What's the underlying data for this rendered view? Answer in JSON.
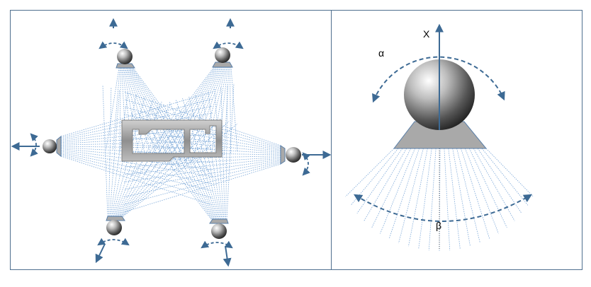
{
  "figure": {
    "left_panel": {
      "sensors": [
        {
          "id": "top-left"
        },
        {
          "id": "top-right"
        },
        {
          "id": "left"
        },
        {
          "id": "right"
        },
        {
          "id": "bottom-left"
        },
        {
          "id": "bottom-right"
        }
      ]
    },
    "right_panel": {
      "axis_label": "X",
      "alpha_label": "α",
      "beta_label": "β"
    }
  },
  "colors": {
    "frame": "#4f6f8f",
    "arrow": "#3d6a94",
    "beam": "#7aa7d8",
    "base": "#a9a9a9",
    "base_stroke": "#5a7fa8",
    "profile": "#9c9c9c"
  },
  "icons": [
    "sphere-sensor-icon",
    "move-arrow-icon",
    "rotate-arrow-icon",
    "profile-part-icon"
  ]
}
